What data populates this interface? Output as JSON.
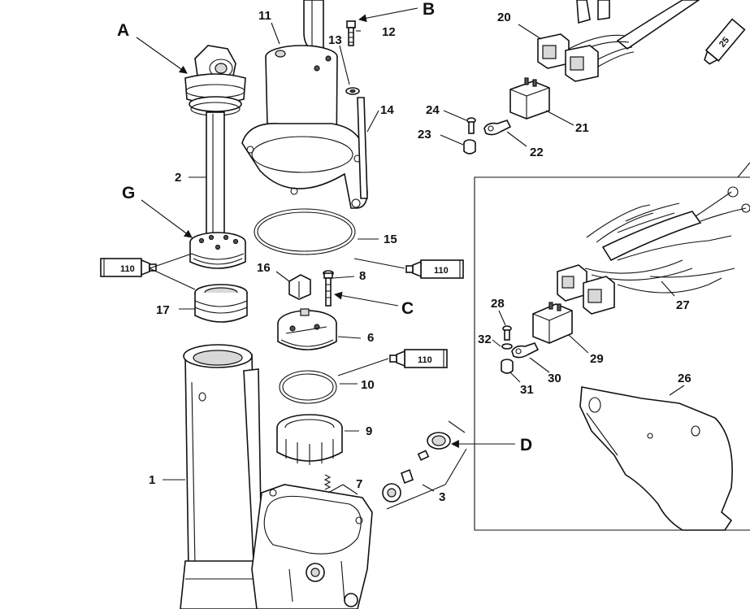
{
  "callouts": {
    "n1": "1",
    "n2": "2",
    "n3": "3",
    "n6": "6",
    "n7": "7",
    "n8": "8",
    "n9": "9",
    "n10": "10",
    "n11": "11",
    "n12": "12",
    "n13": "13",
    "n14": "14",
    "n15": "15",
    "n16": "16",
    "n17": "17",
    "n20": "20",
    "n21": "21",
    "n22": "22",
    "n23": "23",
    "n24": "24",
    "n26": "26",
    "n27": "27",
    "n28": "28",
    "n29": "29",
    "n30": "30",
    "n31": "31",
    "n32": "32"
  },
  "letters": {
    "A": "A",
    "B": "B",
    "C": "C",
    "D": "D",
    "G": "G"
  },
  "tubes": {
    "t110": "110",
    "t25": "25"
  }
}
